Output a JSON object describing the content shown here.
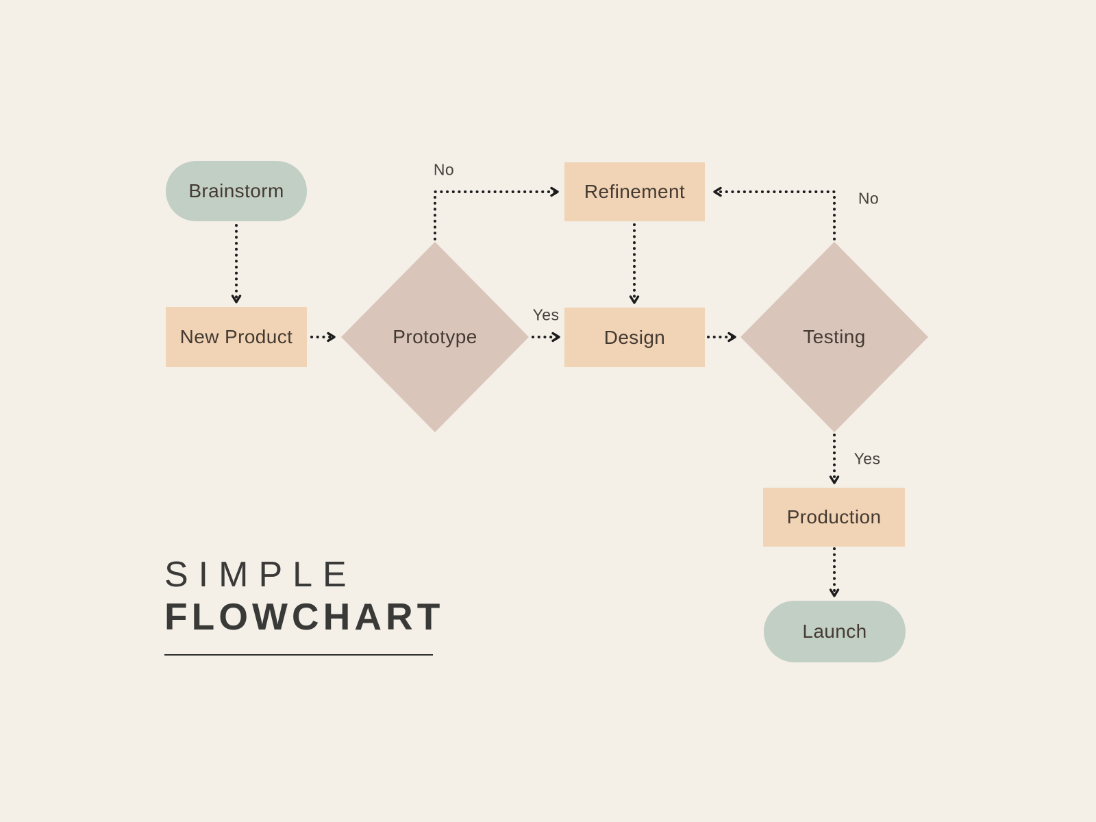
{
  "title": {
    "line1": "SIMPLE",
    "line2": "FLOWCHART"
  },
  "nodes": {
    "brainstorm": {
      "label": "Brainstorm",
      "shape": "rounded-terminator"
    },
    "new_product": {
      "label": "New Product",
      "shape": "process-rectangle"
    },
    "prototype": {
      "label": "Prototype",
      "shape": "decision-diamond"
    },
    "refinement": {
      "label": "Refinement",
      "shape": "process-rectangle"
    },
    "design": {
      "label": "Design",
      "shape": "process-rectangle"
    },
    "testing": {
      "label": "Testing",
      "shape": "decision-diamond"
    },
    "production": {
      "label": "Production",
      "shape": "process-rectangle"
    },
    "launch": {
      "label": "Launch",
      "shape": "rounded-terminator"
    }
  },
  "edge_labels": {
    "prototype_to_refinement": "No",
    "prototype_to_design": "Yes",
    "testing_to_refinement": "No",
    "testing_to_production": "Yes"
  },
  "colors": {
    "background": "#f4efe7",
    "terminator_fill": "#c2cfc5",
    "process_fill": "#f1d3b5",
    "decision_fill": "#dac5bb",
    "connector": "#1c1c1c",
    "node_text": "#443a32",
    "edge_label_text": "#46413b",
    "title_text": "#393937"
  }
}
